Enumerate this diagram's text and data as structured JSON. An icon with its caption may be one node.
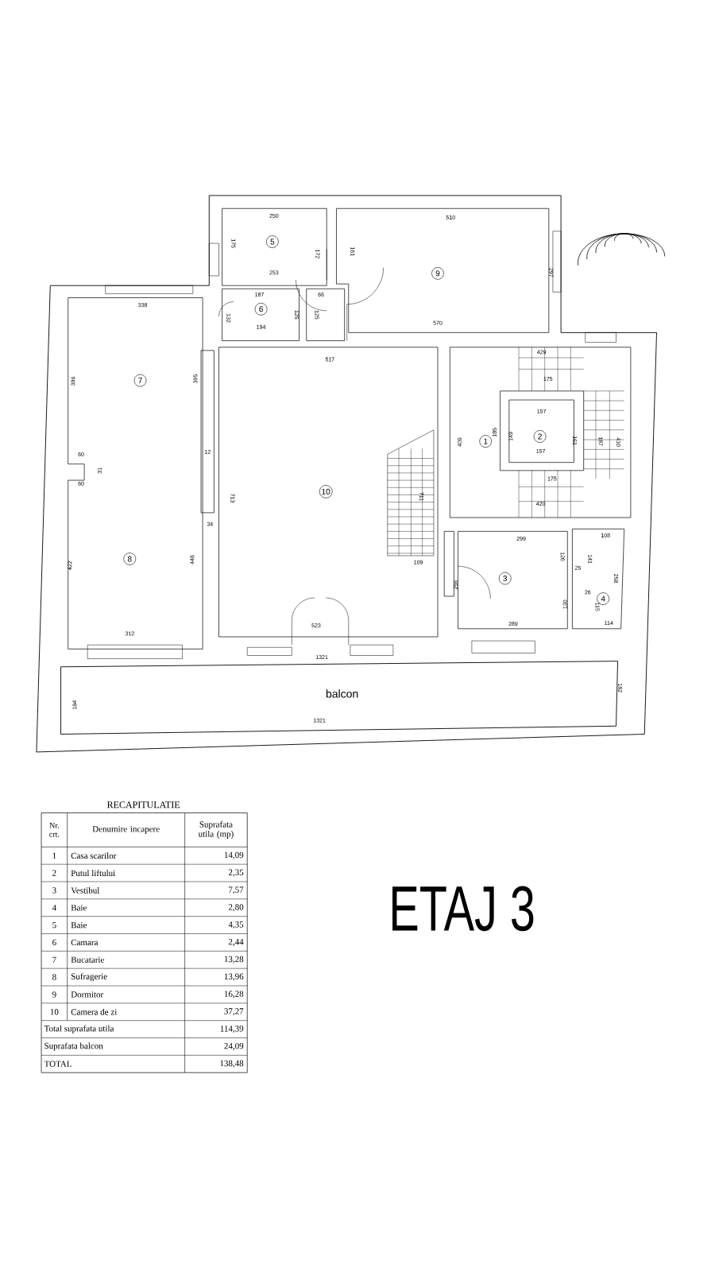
{
  "diagram": {
    "title": "ETAJ 3",
    "nodes": [
      {
        "text": [
          "5"
        ]
      },
      {
        "text": [
          "9"
        ]
      },
      {
        "text": [
          "6"
        ]
      },
      {
        "text": [
          "7"
        ]
      },
      {
        "text": [
          "2"
        ]
      },
      {
        "text": [
          "1"
        ]
      },
      {
        "text": [
          "10"
        ]
      },
      {
        "text": [
          "8"
        ]
      },
      {
        "text": [
          "3"
        ]
      },
      {
        "text": [
          "4"
        ]
      }
    ],
    "labels": [
      "250",
      "175",
      "172",
      "253",
      "161",
      "510",
      "297",
      "187",
      "66",
      "125",
      "125",
      "194",
      "132",
      "338",
      "570",
      "517",
      "429",
      "175",
      "396",
      "395",
      "157",
      "185",
      "149",
      "161",
      "187",
      "410",
      "157",
      "409",
      "60",
      "12",
      "31",
      "60",
      "713",
      "711",
      "175",
      "420",
      "34",
      "299",
      "108",
      "126",
      "141",
      "25",
      "422",
      "448",
      "109",
      "258",
      "256",
      "26",
      "130",
      "115",
      "312",
      "523",
      "289",
      "114",
      "1321",
      "balcon",
      "182",
      "184",
      "1321",
      "RECAPITULATIE",
      "Nr. crt.",
      "Denumire incapere",
      "Suprafata utila (mp)",
      "1",
      "Casa scarilor",
      "14,09",
      "2",
      "Putul liftului",
      "2,35",
      "3",
      "Vestibul",
      "7,57",
      "4",
      "Baie",
      "2,80",
      "5",
      "Baie",
      "4,35",
      "6",
      "Camara",
      "2,44",
      "7",
      "Bucatarie",
      "13,28",
      "8",
      "Sufragerie",
      "13,96",
      "9",
      "Dormitor",
      "16,28",
      "10",
      "Camera de zi",
      "37,27",
      "Total suprafata utila",
      "114,39",
      "Suprafata balcon",
      "24,09",
      "TOTAL",
      "138,48"
    ]
  }
}
